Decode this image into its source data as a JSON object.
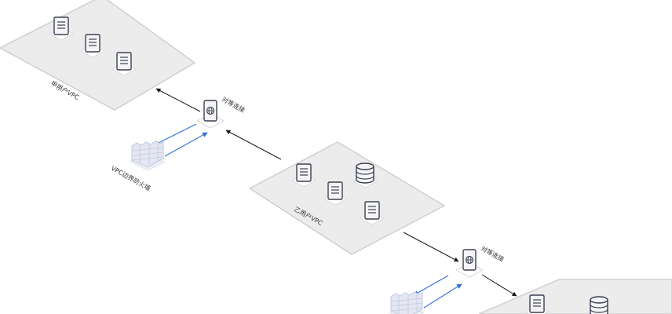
{
  "labels": {
    "vpc_a": "甲用户VPC",
    "vpc_b": "乙用户VPC",
    "peering_1": "对等连接",
    "peering_2": "对等连接",
    "firewall_1": "VPC边界防火墙"
  },
  "colors": {
    "zone_fill": "#ececec",
    "zone_stroke": "#cfcfcf",
    "connector": "#1a1a1a",
    "firewall_flow": "#2f6fdb",
    "device_face": "#f5f5f7",
    "device_stroke": "#3a4150"
  },
  "icons": [
    "server-icon",
    "database-icon",
    "peering-gateway-icon",
    "firewall-icon"
  ]
}
